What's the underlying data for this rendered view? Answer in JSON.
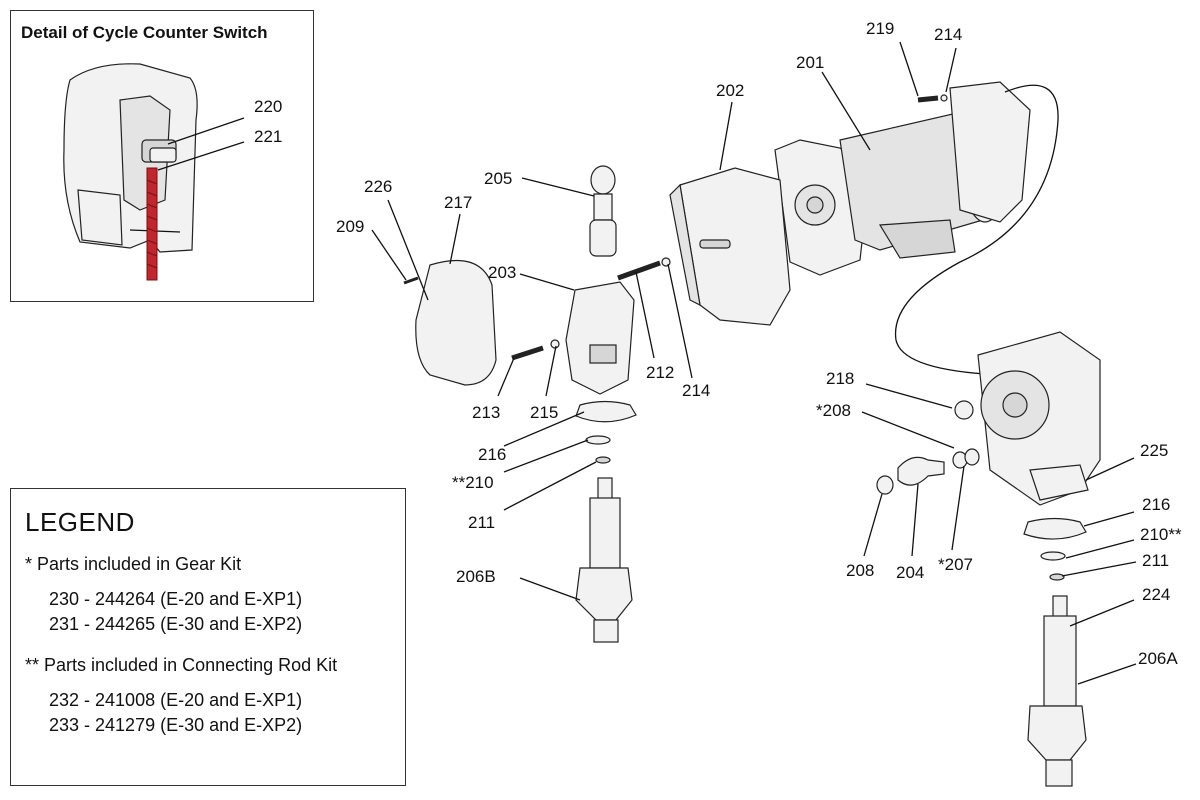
{
  "detail": {
    "title": "Detail of Cycle Counter Switch",
    "labels": [
      "220",
      "221"
    ]
  },
  "legend": {
    "title": "LEGEND",
    "groups": [
      {
        "heading": "* Parts included in Gear Kit",
        "items": [
          "230 - 244264 (E-20 and E-XP1)",
          "231 - 244265 (E-30 and E-XP2)"
        ]
      },
      {
        "heading": "** Parts included in Connecting Rod Kit",
        "items": [
          "232 - 241008 (E-20 and E-XP1)",
          "233 - 241279 (E-30 and E-XP2)"
        ]
      }
    ]
  },
  "parts": {
    "p201": "201",
    "p202": "202",
    "p203": "203",
    "p204": "204",
    "p205": "205",
    "p206a": "206A",
    "p206b": "206B",
    "p207": "*207",
    "p208a": "*208",
    "p208b": "208",
    "p209": "209",
    "p210a": "**210",
    "p210b": "210**",
    "p211a": "211",
    "p211b": "211",
    "p212": "212",
    "p213": "213",
    "p214a": "214",
    "p214b": "214",
    "p215": "215",
    "p216a": "216",
    "p216b": "216",
    "p217": "217",
    "p218": "218",
    "p219": "219",
    "p224": "224",
    "p225": "225",
    "p226": "226"
  },
  "colors": {
    "switch_wire": "#c0262c",
    "outline": "#222222",
    "fill": "#f2f2f2"
  }
}
